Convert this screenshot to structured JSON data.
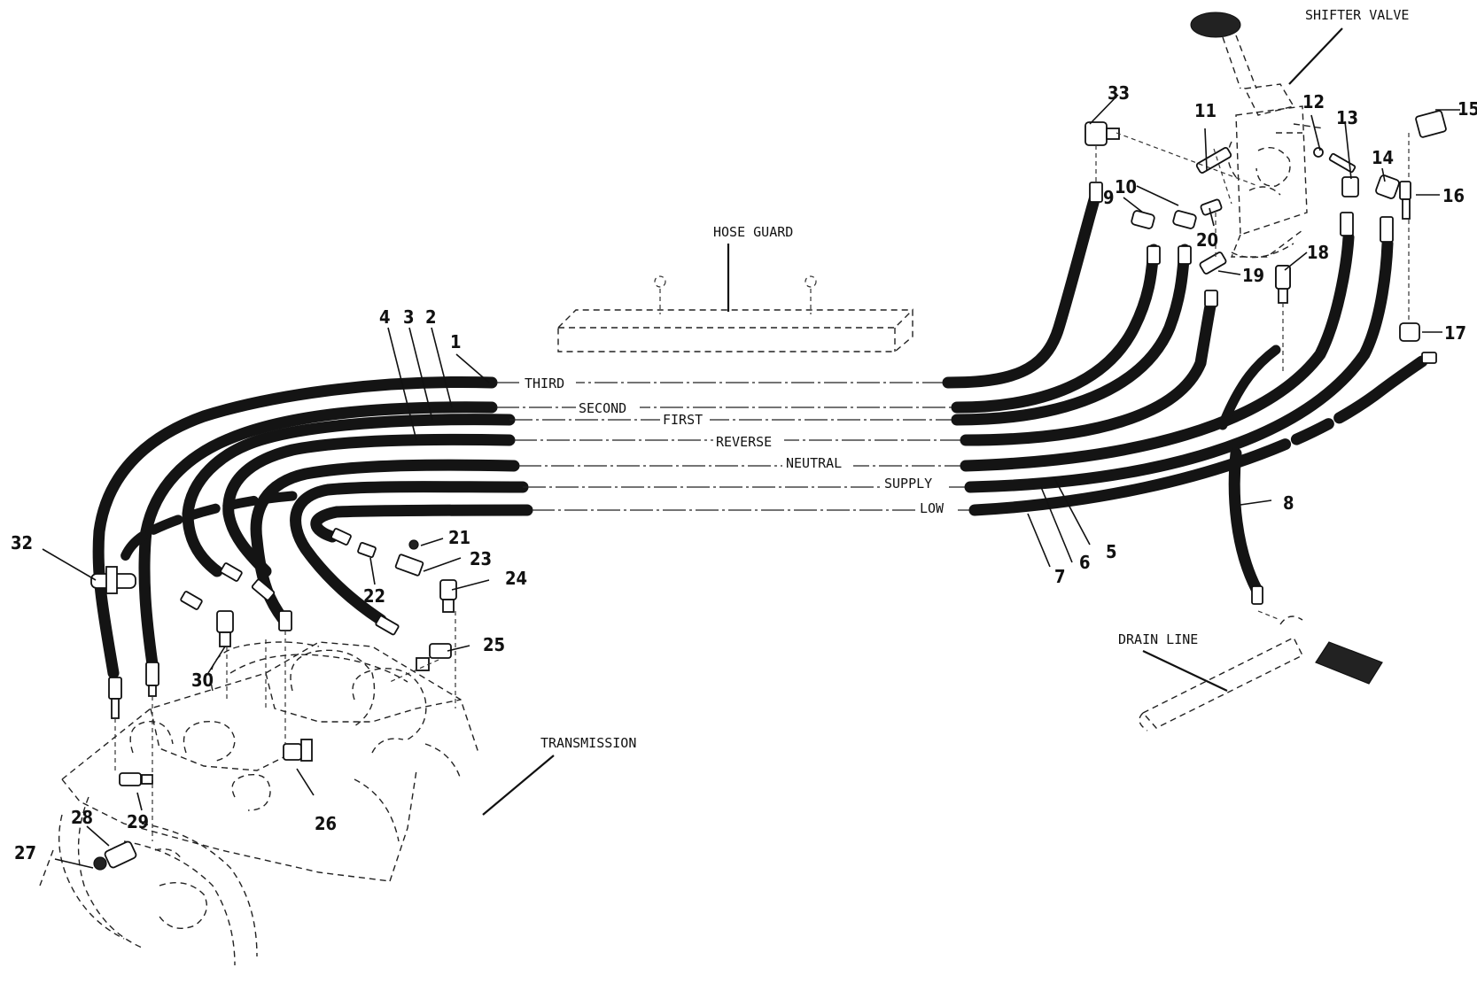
{
  "labels": {
    "shifter_valve": "SHIFTER VALVE",
    "hose_guard": "HOSE GUARD",
    "transmission": "TRANSMISSION",
    "drain_line": "DRAIN LINE"
  },
  "lines": {
    "third": "THIRD",
    "second": "SECOND",
    "first": "FIRST",
    "reverse": "REVERSE",
    "neutral": "NEUTRAL",
    "supply": "SUPPLY",
    "low": "LOW"
  },
  "callouts": {
    "n1": "1",
    "n2": "2",
    "n3": "3",
    "n4": "4",
    "n5": "5",
    "n6": "6",
    "n7": "7",
    "n8": "8",
    "n9": "9",
    "n10": "10",
    "n11": "11",
    "n12": "12",
    "n13": "13",
    "n14": "14",
    "n15": "15",
    "n16": "16",
    "n17": "17",
    "n18": "18",
    "n19": "19",
    "n20": "20",
    "n21": "21",
    "n22": "22",
    "n23": "23",
    "n24": "24",
    "n25": "25",
    "n26": "26",
    "n27": "27",
    "n28": "28",
    "n29": "29",
    "n30": "30",
    "n32": "32",
    "n33": "33"
  }
}
